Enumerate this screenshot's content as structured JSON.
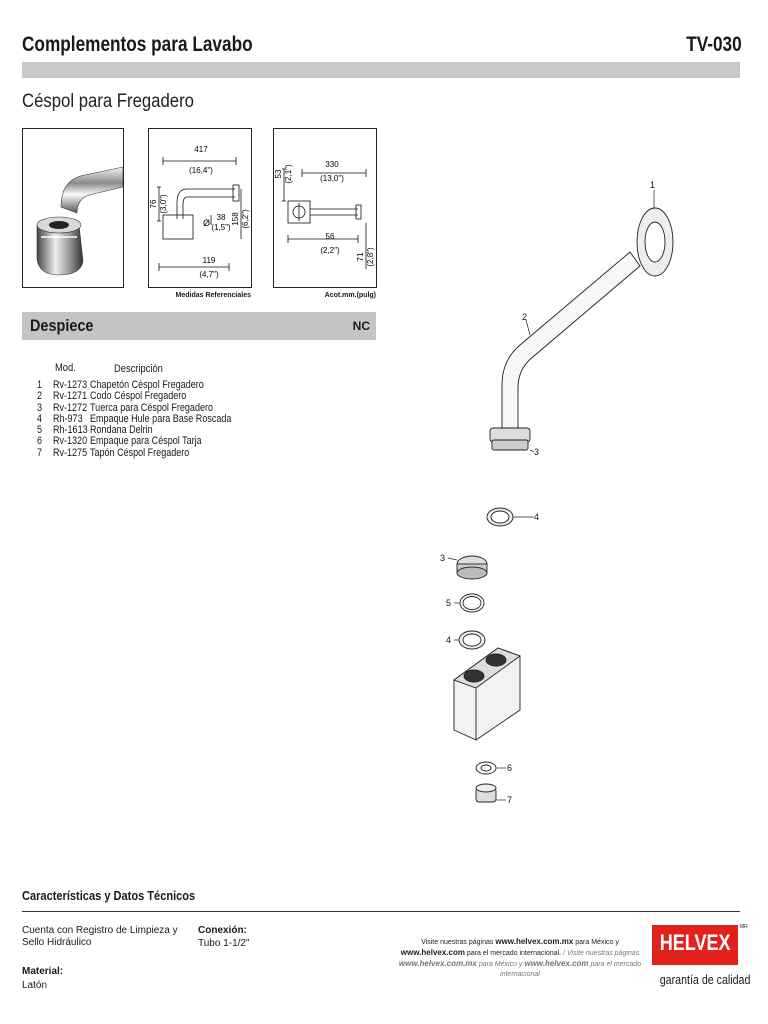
{
  "header": {
    "title": "Complementos para Lavabo",
    "code": "TV-030",
    "subtitle": "Céspol para Fregadero"
  },
  "drawing1": {
    "w_mm": "417",
    "w_in": "(16,4\")",
    "h_mm": "76",
    "h_in": "(3,0\")",
    "dia_symbol": "Ø",
    "dia_mm": "38",
    "dia_in": "(1,5\")",
    "drop_mm": "158",
    "drop_in": "(6,2\")",
    "base_mm": "119",
    "base_in": "(4,7\")",
    "caption": "Medidas Referenciales"
  },
  "drawing2": {
    "w_mm": "330",
    "w_in": "(13,0\")",
    "h_mm": "53",
    "h_in": "(2,1\")",
    "base_mm": "56",
    "base_in": "(2,2\")",
    "side_mm": "71",
    "side_in": "(2,8\")",
    "caption": "Acot.mm.(pulg)"
  },
  "despiece": {
    "title": "Despiece",
    "code": "NC",
    "col_mod": "Mod.",
    "col_desc": "Descripción",
    "parts": [
      {
        "num": "1",
        "mod": "Rv-1273",
        "desc": "Chapetón Céspol Fregadero"
      },
      {
        "num": "2",
        "mod": "Rv-1271",
        "desc": "Codo Céspol Fregadero"
      },
      {
        "num": "3",
        "mod": "Rv-1272",
        "desc": "Tuerca para Céspol Fregadero"
      },
      {
        "num": "4",
        "mod": "Rh-973",
        "desc": "Empaque Hule para Base Roscada"
      },
      {
        "num": "5",
        "mod": "Rh-1613",
        "desc": "Rondana Delrin"
      },
      {
        "num": "6",
        "mod": "Rv-1320",
        "desc": "Empaque para Céspol Tarja"
      },
      {
        "num": "7",
        "mod": "Rv-1275",
        "desc": "Tapón Céspol Fregadero"
      }
    ]
  },
  "exploded_labels": [
    "1",
    "2",
    "3",
    "4",
    "3",
    "5",
    "4",
    "6",
    "7"
  ],
  "specs": {
    "title": "Características y Datos Técnicos",
    "feature": "Cuenta con Registro de Limpieza y Sello Hidráulico",
    "conexion_label": "Conexión:",
    "conexion_value": "Tubo 1-1/2\"",
    "material_label": "Material:",
    "material_value": "Latón"
  },
  "footer": {
    "visit_prefix": "Visite nuestras páginas",
    "url_mx": "www.helvex.com.mx",
    "para_mexico": "para México y",
    "url_com": "www.helvex.com",
    "para_intl": "para el mercado internacional.",
    "visit_prefix_2": "Visite nuestras páginas",
    "url_mx_2": "www.helvex.com.mx",
    "para_mexico_2": "para México y",
    "url_com_2": "www.helvex.com",
    "para_intl_2": "para el mercado internacional"
  },
  "logo": {
    "brand": "HELVEX",
    "mark": "MR",
    "tagline": "garantía de calidad",
    "brand_color": "#e3211c"
  }
}
